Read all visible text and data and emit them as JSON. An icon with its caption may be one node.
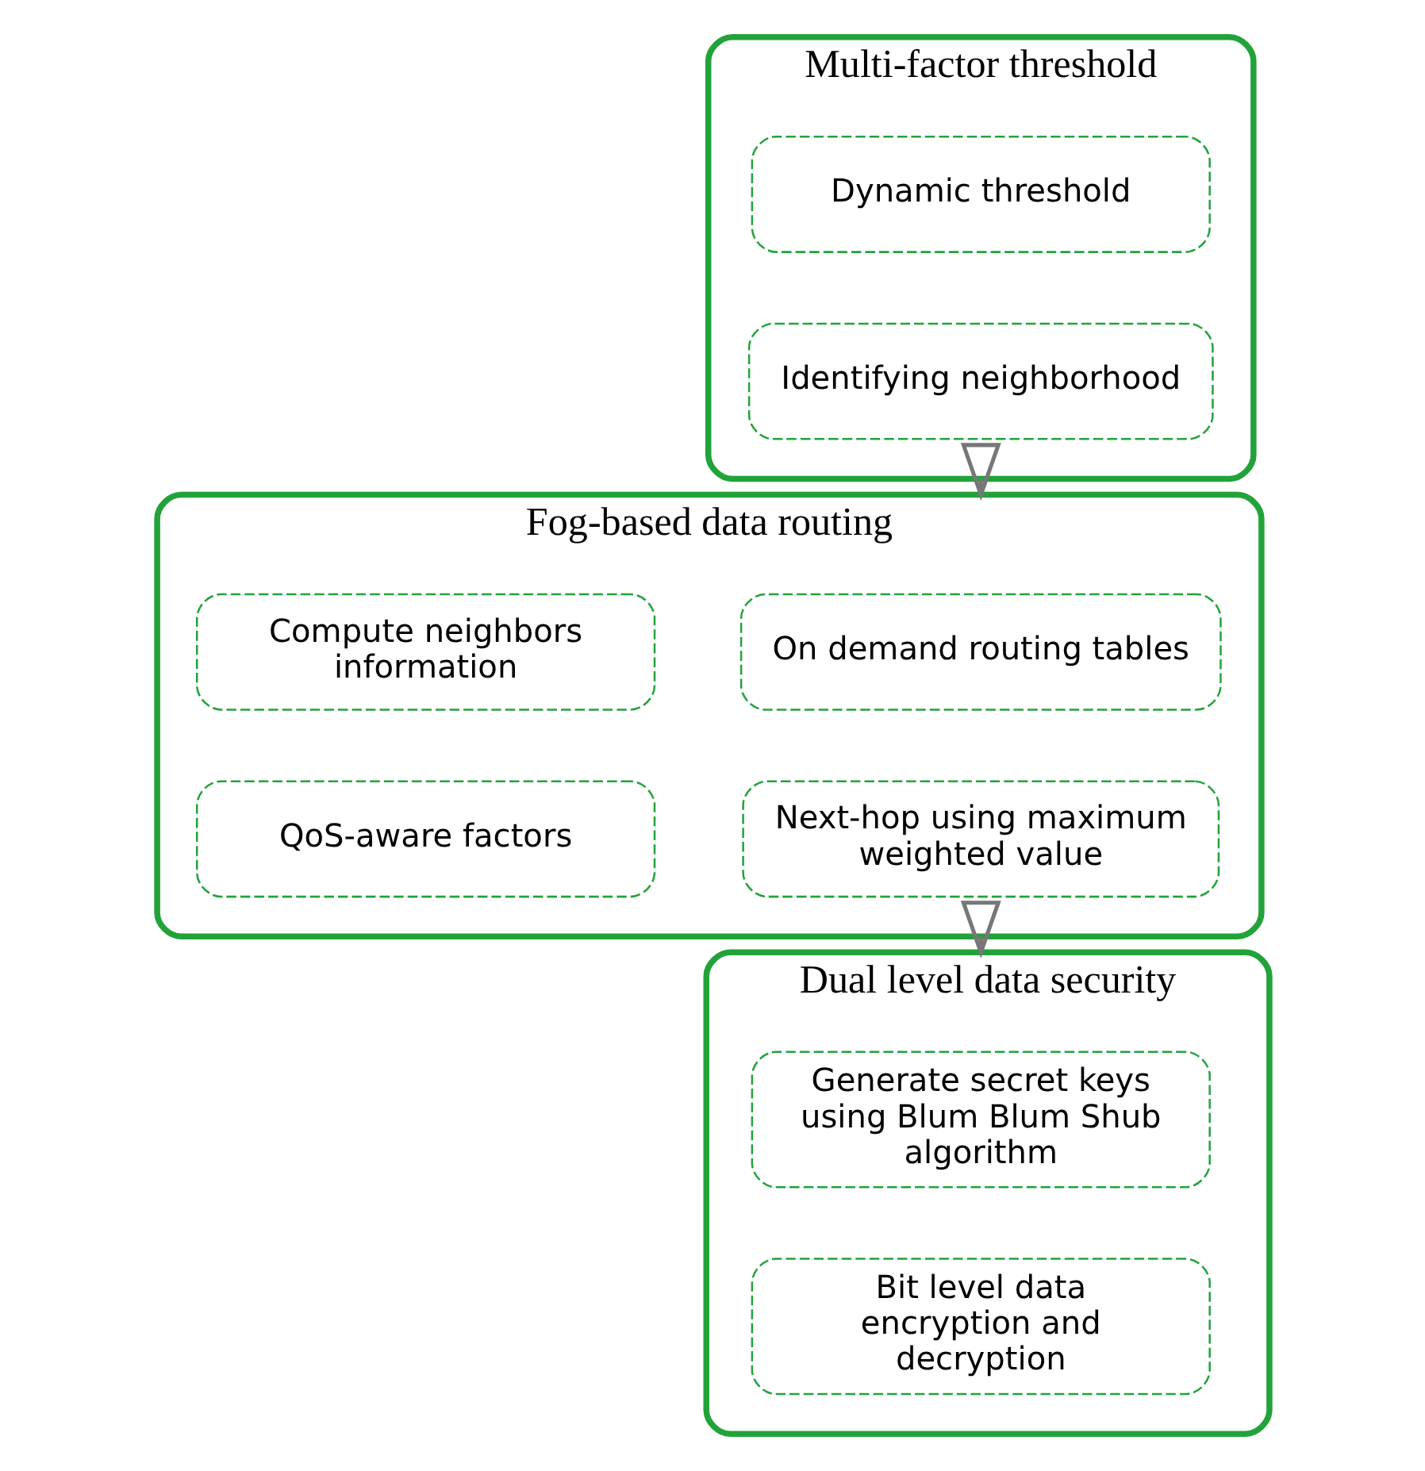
{
  "diagram": {
    "nodes": [
      {
        "text": [
          "Multi-factor threshold"
        ]
      },
      {
        "text": [
          "Dynamic threshold"
        ],
        "in": 0
      },
      {
        "text": [
          "Identifying neighborhood"
        ],
        "in": 0
      },
      {
        "text": [
          "Fog-based data routing"
        ]
      },
      {
        "text": [
          "On demand routing tables"
        ],
        "in": 3
      },
      {
        "text": [
          "Compute neighbors information"
        ],
        "in": 3
      },
      {
        "text": [
          "Next-hop using maximum weighted value"
        ],
        "in": 3
      },
      {
        "text": [
          "QoS-aware factors"
        ],
        "in": 3
      },
      {
        "text": [
          "Dual level data security"
        ]
      },
      {
        "text": [
          "Generate secret keys using Blum Blum Shub algorithm"
        ],
        "in": 8
      },
      {
        "text": [
          "Bit level data encryption and decryption"
        ],
        "in": 8
      }
    ],
    "edges": [
      {
        "from": 0,
        "to": 3,
        "arrow": "to"
      },
      {
        "from": 3,
        "to": 8,
        "arrow": "to"
      }
    ]
  }
}
